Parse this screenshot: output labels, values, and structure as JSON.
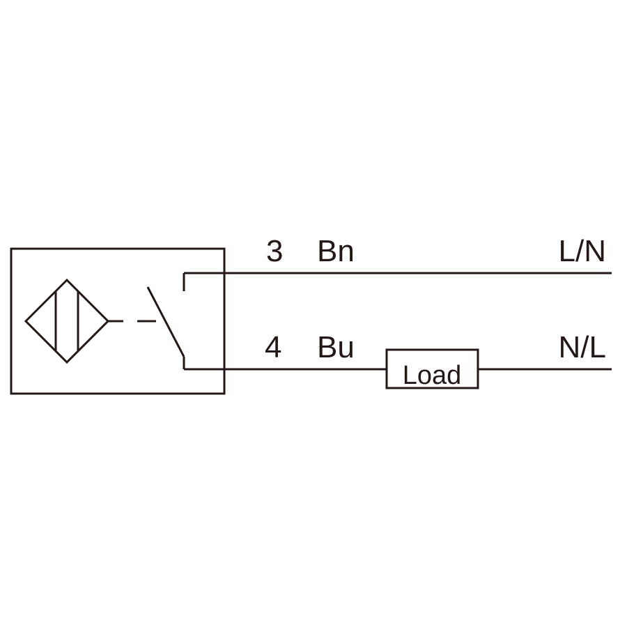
{
  "wire_top": {
    "pin": "3",
    "color_code": "Bn",
    "terminal": "L/N"
  },
  "wire_bottom": {
    "pin": "4",
    "color_code": "Bu",
    "terminal": "N/L"
  },
  "load": {
    "label": "Load"
  },
  "colors": {
    "line": "#231815",
    "background": "#ffffff"
  }
}
